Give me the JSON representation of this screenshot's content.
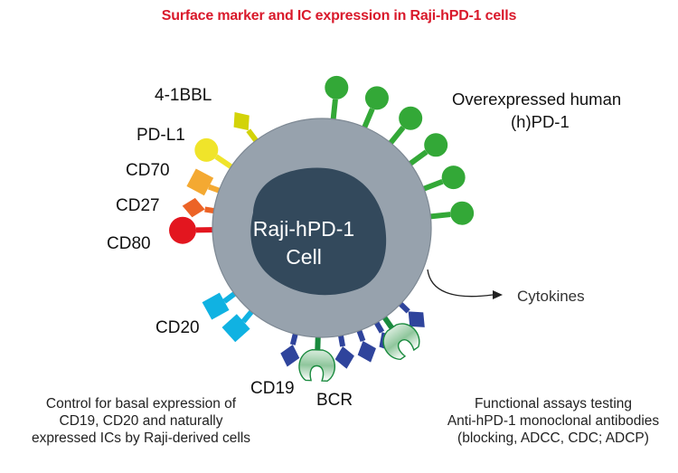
{
  "title": "Surface marker and IC expression in Raji-hPD-1 cells",
  "cell": {
    "line1": "Raji-hPD-1",
    "line2": "Cell"
  },
  "colors": {
    "title": "#d9192b",
    "cytoplasm": "#97a2ad",
    "nucleus": "#33495c",
    "pd1": "#33a837",
    "4-1bbl": "#d3d308",
    "pd-l1": "#f0e42a",
    "cd70": "#f4a932",
    "cd27": "#ec6326",
    "cd80": "#e3161f",
    "cd20": "#10b2e2",
    "cd19": "#2f449c",
    "bcr": "#1a8a3e"
  },
  "markers": {
    "labels": {
      "4-1bbl": "4-1BBL",
      "pd-l1": "PD-L1",
      "cd70": "CD70",
      "cd27": "CD27",
      "cd80": "CD80",
      "cd20": "CD20",
      "cd19": "CD19",
      "bcr": "BCR"
    },
    "pd1_label": {
      "line1": "Overexpressed human",
      "line2": "(h)PD-1"
    },
    "pd1_count": 6,
    "cd20_count": 2,
    "cd19_count": 5,
    "bcr_count": 2
  },
  "cytokines": {
    "label": "Cytokines",
    "icon": "curved-arrow-right"
  },
  "notes": {
    "left": [
      "Control for basal expression of",
      "CD19, CD20 and naturally",
      "expressed ICs by Raji-derived cells"
    ],
    "right": [
      "Functional assays testing",
      "Anti-hPD-1 monoclonal antibodies",
      "(blocking, ADCC, CDC; ADCP)"
    ]
  }
}
